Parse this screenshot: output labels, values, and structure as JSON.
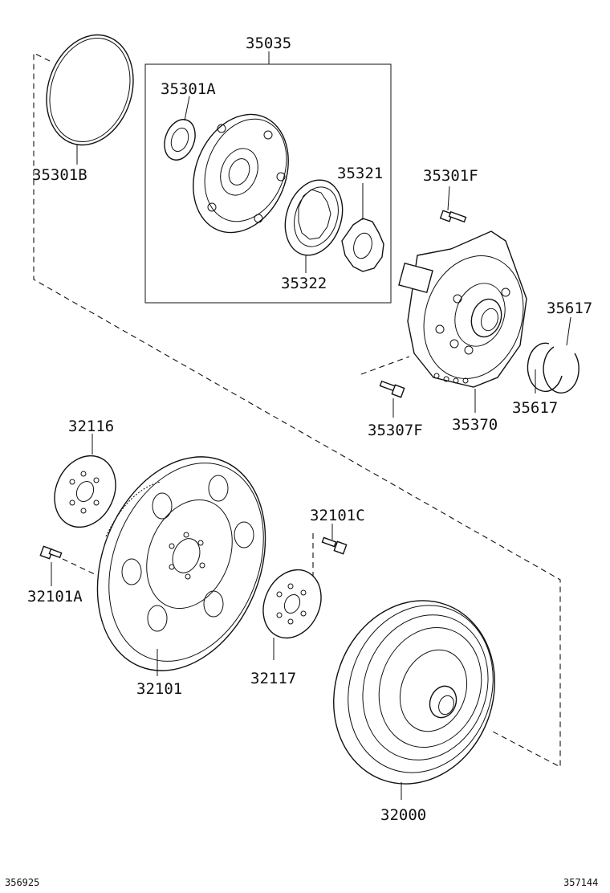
{
  "parts": {
    "p35035": "35035",
    "p35301A": "35301A",
    "p35301B": "35301B",
    "p35321": "35321",
    "p35322": "35322",
    "p35301F": "35301F",
    "p35617a": "35617",
    "p35617b": "35617",
    "p35370": "35370",
    "p35307F": "35307F",
    "p32116": "32116",
    "p32101C": "32101C",
    "p32101A": "32101A",
    "p32101": "32101",
    "p32117": "32117",
    "p32000": "32000"
  },
  "footer": {
    "left_code": "356925",
    "right_code": "357144"
  },
  "colors": {
    "ink": "#111111",
    "background": "#ffffff"
  }
}
